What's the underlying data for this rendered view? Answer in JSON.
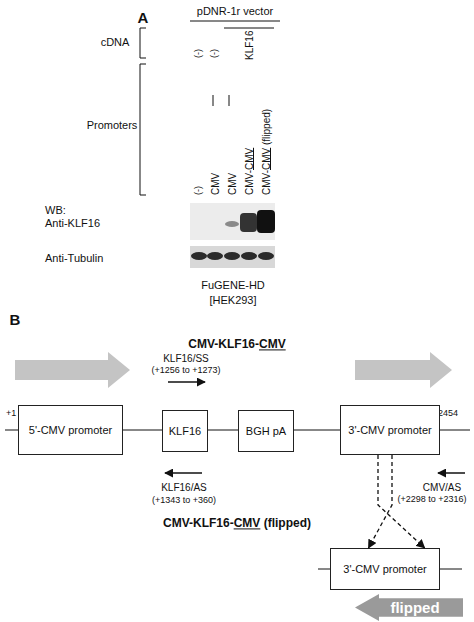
{
  "diagram": {
    "nodes": [
      {
        "text": [
          "5'-CMV promoter"
        ]
      },
      {
        "text": [
          "KLF16"
        ]
      },
      {
        "text": [
          "BGH pA"
        ]
      },
      {
        "text": [
          "3'-CMV promoter"
        ]
      },
      {
        "text": [
          "3'-CMV promoter"
        ]
      },
      {
        "text": [
          "flipped"
        ]
      }
    ],
    "edges": [
      {
        "from": 3,
        "to": 4,
        "arrow": "to"
      },
      {
        "from": 3,
        "to": 4,
        "arrow": "to"
      }
    ],
    "labels": [
      "A",
      "pDNR-1r vector",
      "cDNA",
      "(-)",
      "(-)",
      "KLF16",
      "Promoters",
      "(-)",
      "CMV",
      "CMV",
      "CMV-CMV",
      "CMV-CMV (flipped)",
      "WB:",
      "Anti-KLF16",
      "Anti-Tubulin",
      "FuGENE-HD",
      "[HEK293]",
      "B",
      "CMV-KLF16-CMV",
      "KLF16/SS",
      "(+1256 to +1273)",
      "+1",
      "+2454",
      "KLF16/AS",
      "(+1343 to +360)",
      "CMV/AS",
      "(+2298 to +2316)",
      "CMV-KLF16-CMV (flipped)"
    ]
  }
}
